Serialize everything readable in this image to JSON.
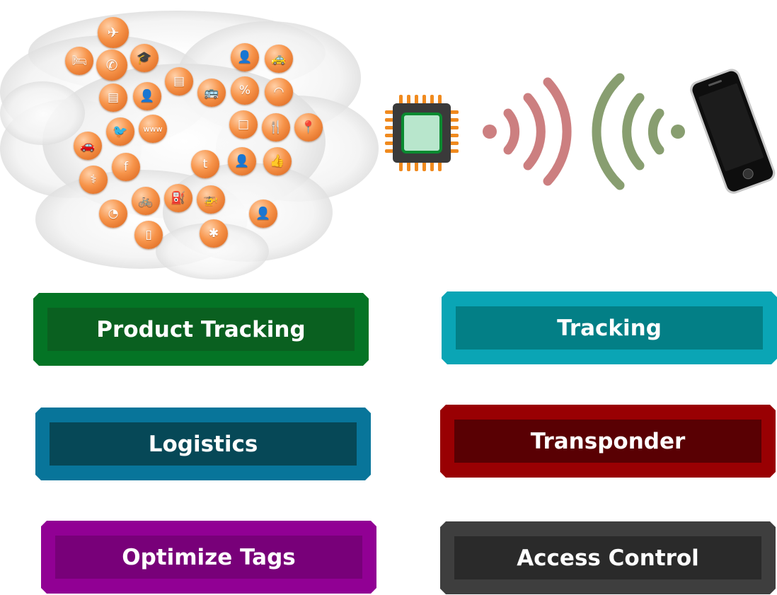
{
  "boxes": [
    {
      "id": "product-tracking",
      "label": "Product Tracking",
      "outer": "#047425",
      "inner": "#0a6020"
    },
    {
      "id": "tracking",
      "label": "Tracking",
      "outer": "#0aa5b5",
      "inner": "#037f86"
    },
    {
      "id": "logistics",
      "label": "Logistics",
      "outer": "#08759a",
      "inner": "#064857"
    },
    {
      "id": "transponder",
      "label": "Transponder",
      "outer": "#990003",
      "inner": "#590003"
    },
    {
      "id": "optimize-tags",
      "label": "Optimize Tags",
      "outer": "#910094",
      "inner": "#780079"
    },
    {
      "id": "access-control",
      "label": "Access Control",
      "outer": "#3e3e3e",
      "inner": "#2a2a2a"
    }
  ],
  "icons": [
    {
      "name": "airplane-icon",
      "glyph": "✈"
    },
    {
      "name": "hotel-bed-icon",
      "glyph": "🛏"
    },
    {
      "name": "phone-icon",
      "glyph": "✆"
    },
    {
      "name": "graduation-cap-icon",
      "glyph": "🎓"
    },
    {
      "name": "person-photo-icon",
      "glyph": "👤"
    },
    {
      "name": "taxi-icon",
      "glyph": "🚕"
    },
    {
      "name": "calendar-blocks-icon",
      "glyph": "▤"
    },
    {
      "name": "document-icon",
      "glyph": "▤"
    },
    {
      "name": "presenter-icon",
      "glyph": "👤"
    },
    {
      "name": "bus-icon",
      "glyph": "🚌"
    },
    {
      "name": "discount-tag-icon",
      "glyph": "%"
    },
    {
      "name": "wifi-icon",
      "glyph": "◠"
    },
    {
      "name": "bird-icon",
      "glyph": "🐦"
    },
    {
      "name": "www-icon",
      "glyph": "www"
    },
    {
      "name": "square-icon",
      "glyph": "□"
    },
    {
      "name": "restaurant-icon",
      "glyph": "🍴"
    },
    {
      "name": "map-pin-icon",
      "glyph": "📍"
    },
    {
      "name": "car-icon",
      "glyph": "🚗"
    },
    {
      "name": "facebook-icon",
      "glyph": "f"
    },
    {
      "name": "twitter-icon",
      "glyph": "t"
    },
    {
      "name": "reader-icon",
      "glyph": "👤"
    },
    {
      "name": "thumbs-up-icon",
      "glyph": "👍"
    },
    {
      "name": "medical-caduceus-icon",
      "glyph": "⚕"
    },
    {
      "name": "bicycle-icon",
      "glyph": "🚲"
    },
    {
      "name": "fuel-icon",
      "glyph": "⛽"
    },
    {
      "name": "helicopter-icon",
      "glyph": "🚁"
    },
    {
      "name": "pie-chart-icon",
      "glyph": "◔"
    },
    {
      "name": "workstation-icon",
      "glyph": "👤"
    },
    {
      "name": "mobile-icon",
      "glyph": "▯"
    },
    {
      "name": "medical-star-icon",
      "glyph": "✱"
    }
  ],
  "colors": {
    "icon_orange": "#f7944a",
    "chip_body": "#3a3a3a",
    "chip_pins": "#f08a1e",
    "chip_core": "#b8e6cc",
    "chip_core_border": "#0a8a30",
    "wave_red": "#cc7f80",
    "wave_green": "#889e70"
  }
}
